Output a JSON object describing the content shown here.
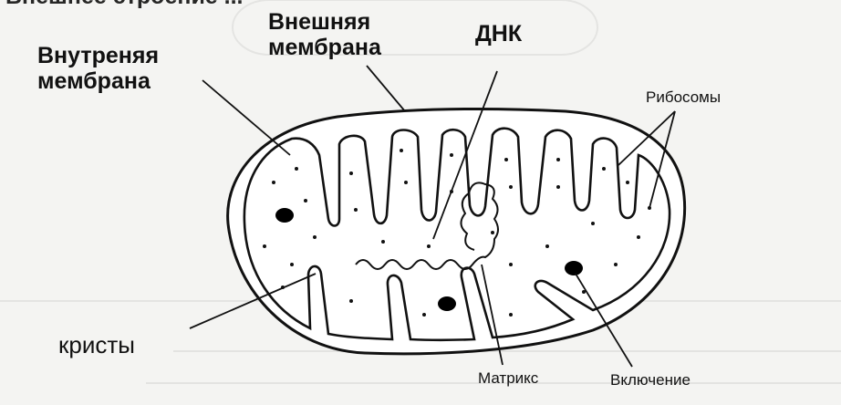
{
  "title_fragment": "Внешнее строение ...",
  "labels": {
    "inner_membrane": "Внутреняя\nмембрана",
    "outer_membrane": "Внешняя\nмембрана",
    "dna": "ДНК",
    "ribosomes": "Рибосомы",
    "cristae": "кристы",
    "matrix": "Матрикс",
    "inclusion": "Включение"
  }
}
